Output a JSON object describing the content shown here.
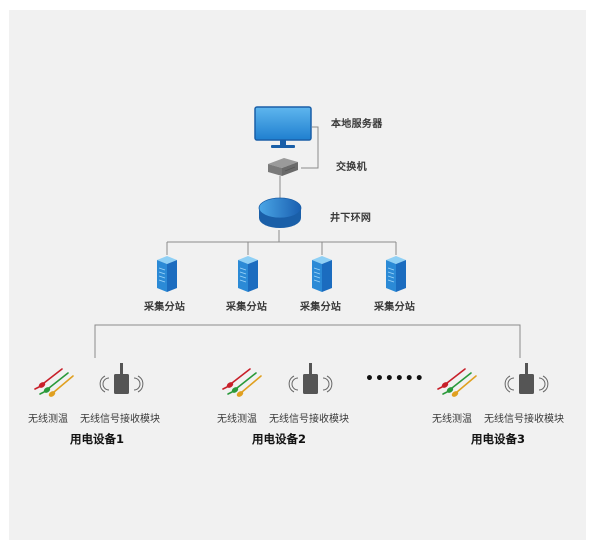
{
  "diagram": {
    "title": "",
    "top": {
      "server_label": "本地服务器",
      "switch_label": "交换机",
      "network_label": "井下环网"
    },
    "stations": [
      {
        "label": "采集分站"
      },
      {
        "label": "采集分站"
      },
      {
        "label": "采集分站"
      },
      {
        "label": "采集分站"
      }
    ],
    "devices": [
      {
        "name": "用电设备1",
        "sensor_label": "无线测温",
        "receiver_label": "无线信号接收模块"
      },
      {
        "name": "用电设备2",
        "sensor_label": "无线测温",
        "receiver_label": "无线信号接收模块"
      },
      {
        "name": "用电设备3",
        "sensor_label": "无线测温",
        "receiver_label": "无线信号接收模块"
      }
    ],
    "ellipsis": "••••••",
    "colors": {
      "background": "#f1f1f1",
      "line": "#8a8a8a",
      "monitor_blue": "#2a8fd6",
      "server_blue": "#1e88d0",
      "receiver_gray": "#555555",
      "probe_red": "#c8202a",
      "probe_green": "#2a9a3a",
      "probe_yellow": "#e0a020"
    }
  }
}
